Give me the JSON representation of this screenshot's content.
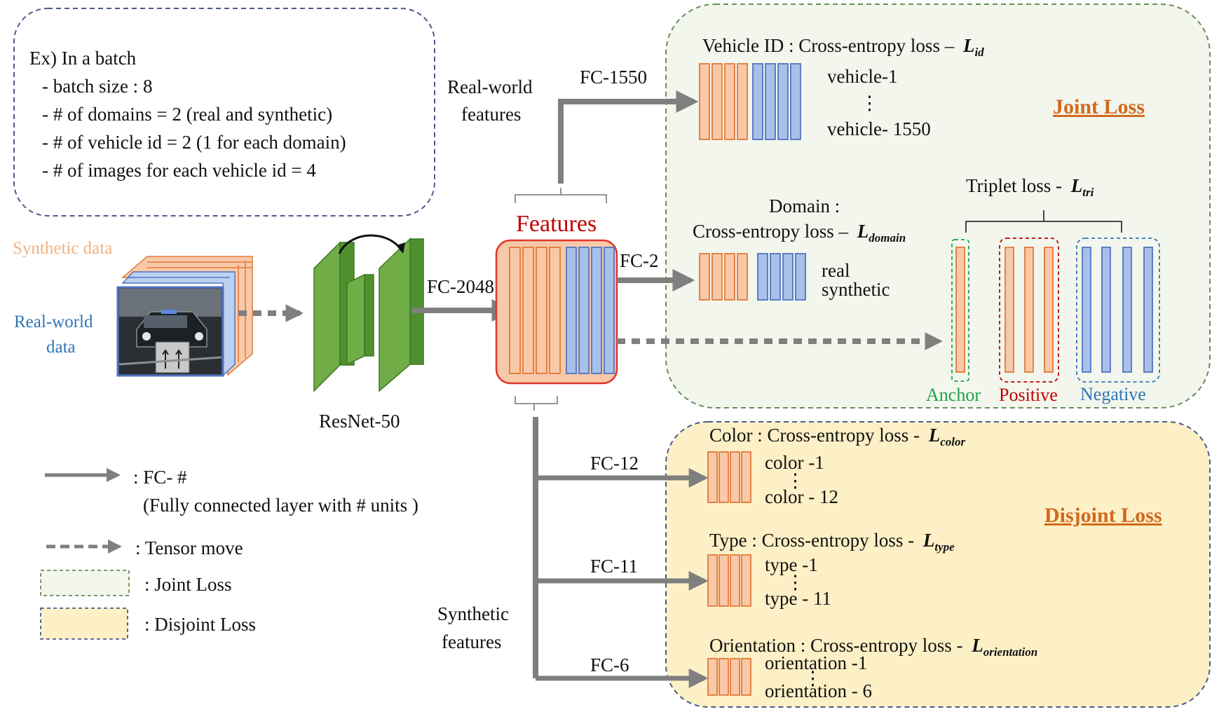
{
  "batch_box": {
    "heading": "Ex) In a batch",
    "lines": [
      "-  batch size : 8",
      "-  # of domains = 2 (real and synthetic)",
      "-  # of vehicle id = 2 (1 for each domain)",
      "-  # of images for each vehicle id = 4"
    ]
  },
  "input": {
    "synthetic_label": "Synthetic data",
    "real_label_line1": "Real-world",
    "real_label_line2": "data"
  },
  "backbone": {
    "label": "ResNet-50"
  },
  "features": {
    "title": "Features",
    "fc_in": "FC-2048",
    "real_world_line1": "Real-world",
    "real_world_line2": "features",
    "synthetic_line1": "Synthetic",
    "synthetic_line2": "features"
  },
  "joint_loss": {
    "title": "Joint Loss",
    "vehicle": {
      "fc": "FC-1550",
      "heading": "Vehicle ID : Cross-entropy loss –",
      "loss_symbol": "L",
      "loss_sub": "id",
      "first": "vehicle-1",
      "dots": "⋮",
      "last": "vehicle- 1550"
    },
    "domain": {
      "fc": "FC-2",
      "heading_line1": "Domain  :",
      "heading_line2": "Cross-entropy loss –",
      "loss_symbol": "L",
      "loss_sub": "domain",
      "class1": "real",
      "class2": "synthetic"
    },
    "triplet": {
      "heading": "Triplet loss -",
      "loss_symbol": "L",
      "loss_sub": "tri",
      "anchor": "Anchor",
      "positive": "Positive",
      "negative": "Negative"
    }
  },
  "disjoint_loss": {
    "title": "Disjoint Loss",
    "color": {
      "fc": "FC-12",
      "heading": "Color : Cross-entropy loss -",
      "loss_symbol": "L",
      "loss_sub": "color",
      "first": "color -1",
      "dots": "⋮",
      "last": "color - 12"
    },
    "type": {
      "fc": "FC-11",
      "heading": "Type  : Cross-entropy loss -",
      "loss_symbol": "L",
      "loss_sub": "type",
      "first": "type -1",
      "dots": "⋮",
      "last": "type - 11"
    },
    "orientation": {
      "fc": "FC-6",
      "heading": "Orientation  : Cross-entropy loss -",
      "loss_symbol": "L",
      "loss_sub": "orientation",
      "first": "orientation -1",
      "dots": "⋮",
      "last": "orientation - 6"
    }
  },
  "legend": {
    "fc_label": ": FC- #",
    "fc_desc": "(Fully connected layer with # units )",
    "tensor_label": ": Tensor move",
    "joint_label": ": Joint Loss",
    "disjoint_label": ": Disjoint Loss"
  },
  "colors": {
    "orange_fill": "#f8c9a8",
    "orange_stroke": "#e2793a",
    "blue_fill": "#a9c0e8",
    "blue_stroke": "#4f74c2",
    "joint_bg": "#f3f6ec",
    "disjoint_bg": "#fdf0c6",
    "arrow_gray": "#7f7f7f",
    "resnet_green": "#70ad47",
    "title_orange": "#d2691e",
    "features_red": "#c00000",
    "anchor_green": "#1aa34a",
    "positive_red": "#c00000",
    "negative_blue": "#2e75b6",
    "synthetic_label": "#f4b183",
    "real_label": "#2e75b6"
  }
}
